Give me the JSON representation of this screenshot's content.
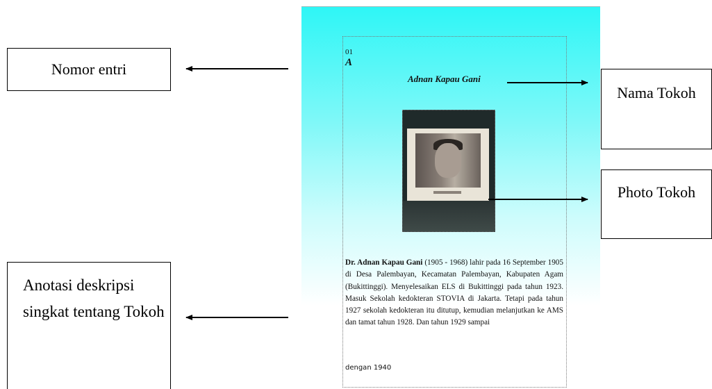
{
  "labels": {
    "nomor_entri": "Nomor entri",
    "nama_tokoh": "Nama Tokoh",
    "photo_tokoh": "Photo Tokoh",
    "anotasi": "Anotasi deskripsi singkat tentang Tokoh"
  },
  "page": {
    "entry_number": "01",
    "entry_letter": "A",
    "name": "Adnan Kapau Gani",
    "description_bold": "Dr. Adnan Kapau Gani",
    "description_text": " (1905 - 1968) lahir pada 16 September 1905 di Desa Palembayan, Kecamatan Palembayan, Kabupaten Agam (Bukittinggi). Menyelesaikan ELS di Bukittinggi pada tahun 1923. Masuk Sekolah kedokteran STOVIA di Jakarta. Tetapi pada tahun 1927 sekolah kedokteran itu ditutup, kemudian melanjutkan ke AMS dan tamat tahun 1928. Dan tahun 1929 sampai",
    "description_tail": "dengan 1940"
  },
  "colors": {
    "page_top": "#2ef6f6",
    "page_bottom": "#ffffff",
    "arrow": "#000000"
  }
}
